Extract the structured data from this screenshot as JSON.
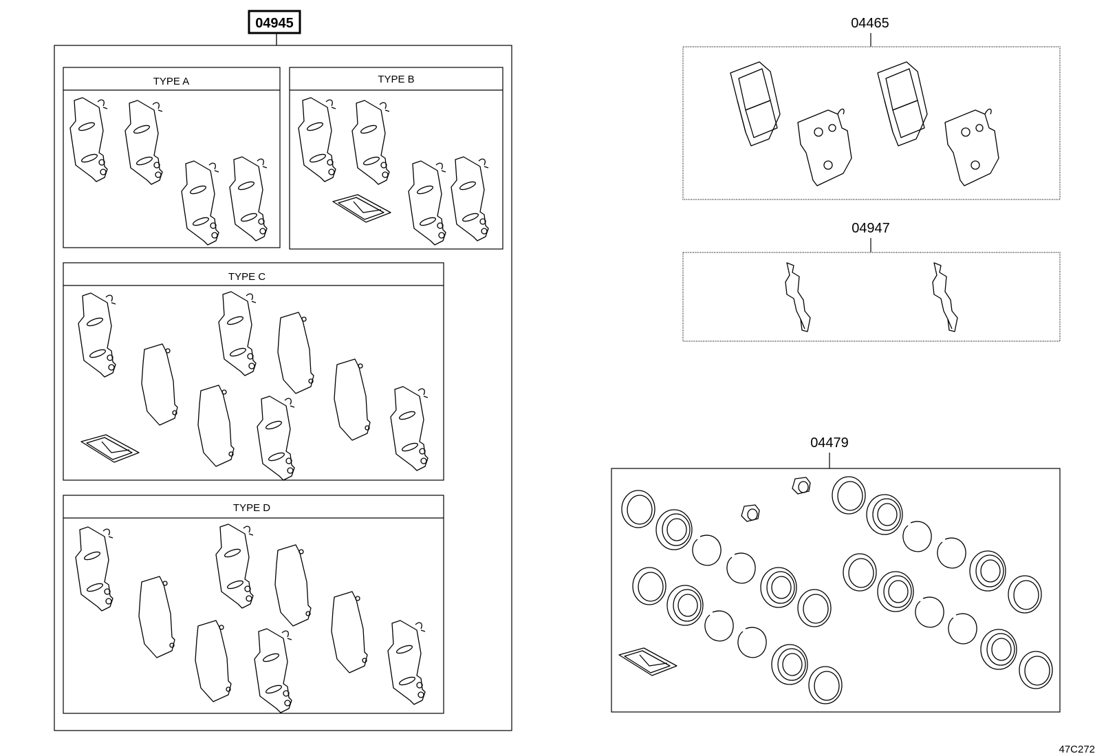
{
  "kits": {
    "pad_kit": "04945",
    "pad_set": "04465",
    "clip_kit": "04947",
    "seal_kit": "04479"
  },
  "types": {
    "a": "TYPE A",
    "b": "TYPE B",
    "c": "TYPE C",
    "d": "TYPE D"
  },
  "figure_code": "47C272"
}
